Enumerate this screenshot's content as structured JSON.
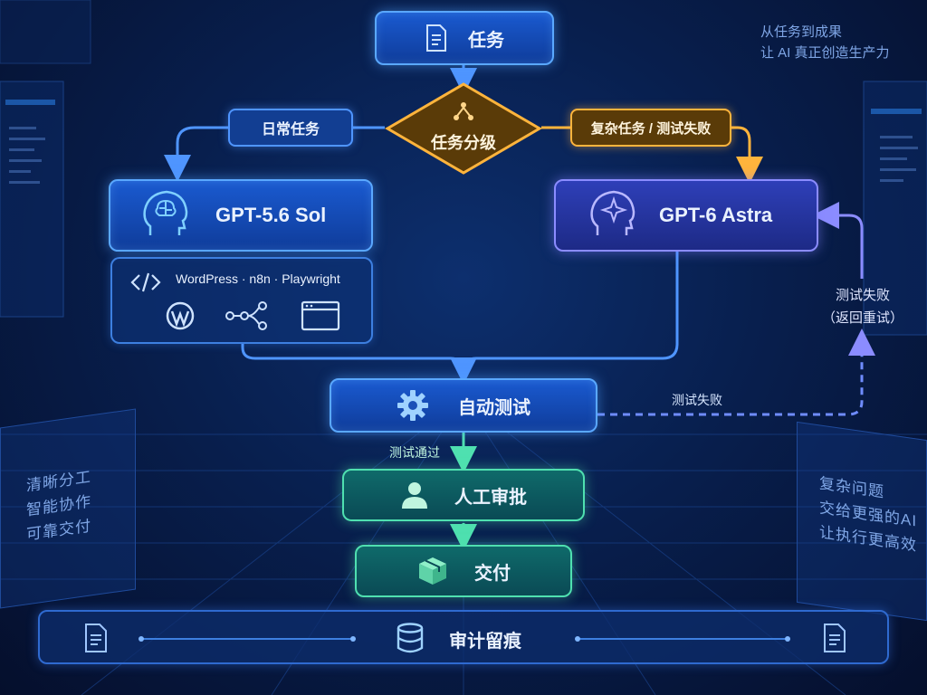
{
  "tagline": [
    "从任务到成果",
    "让 AI 真正创造生产力"
  ],
  "left_panel": [
    "清晰分工",
    "智能协作",
    "可靠交付"
  ],
  "right_panel": [
    "复杂问题",
    "交给更强的AI",
    "让执行更高效"
  ],
  "nodes": {
    "task": "任务",
    "triage": "任务分级",
    "routine_label": "日常任务",
    "complex_label": "复杂任务 / 测试失败",
    "sol": "GPT-5.6 Sol",
    "sol_tools": "WordPress · n8n · Playwright",
    "astra": "GPT-6 Astra",
    "autotest": "自动测试",
    "test_pass": "测试通过",
    "test_fail": "测试失败",
    "retry_line1": "测试失败",
    "retry_line2": "（返回重试）",
    "review": "人工审批",
    "deliver": "交付",
    "audit": "审计留痕"
  },
  "colors": {
    "blue": "#4f95ff",
    "violet": "#8b8cff",
    "gold": "#ffb43c",
    "green": "#4fe0b0"
  }
}
